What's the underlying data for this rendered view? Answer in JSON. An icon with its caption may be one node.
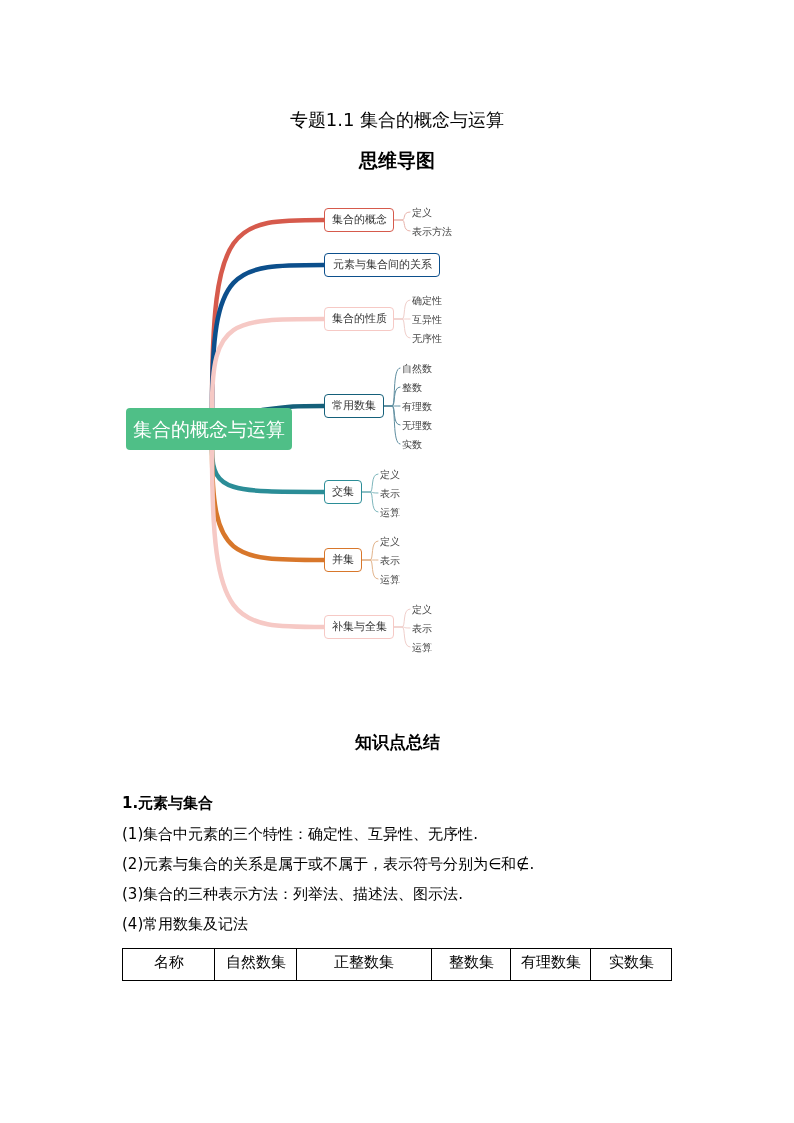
{
  "diagram": {
    "title": "专题1.1 集合的概念与运算",
    "nodes": [
      {
        "text": [
          "集合的概念与运算"
        ]
      },
      {
        "text": [
          "集合的概念"
        ]
      },
      {
        "text": [
          "定义"
        ]
      },
      {
        "text": [
          "表示方法"
        ]
      },
      {
        "text": [
          "元素与集合间的关系"
        ]
      },
      {
        "text": [
          "集合的性质"
        ]
      },
      {
        "text": [
          "确定性"
        ]
      },
      {
        "text": [
          "互异性"
        ]
      },
      {
        "text": [
          "无序性"
        ]
      },
      {
        "text": [
          "常用数集"
        ]
      },
      {
        "text": [
          "自然数"
        ]
      },
      {
        "text": [
          "整数"
        ]
      },
      {
        "text": [
          "有理数"
        ]
      },
      {
        "text": [
          "无理数"
        ]
      },
      {
        "text": [
          "实数"
        ]
      },
      {
        "text": [
          "交集"
        ]
      },
      {
        "text": [
          "定义"
        ]
      },
      {
        "text": [
          "表示"
        ]
      },
      {
        "text": [
          "运算"
        ]
      },
      {
        "text": [
          "并集"
        ]
      },
      {
        "text": [
          "定义"
        ]
      },
      {
        "text": [
          "表示"
        ]
      },
      {
        "text": [
          "运算"
        ]
      },
      {
        "text": [
          "补集与全集"
        ]
      },
      {
        "text": [
          "定义"
        ]
      },
      {
        "text": [
          "表示"
        ]
      },
      {
        "text": [
          "运算"
        ]
      }
    ],
    "edges": [
      {
        "from": 0,
        "to": 1,
        "arrow": "none",
        "style": "thick",
        "color": "#d65a4c"
      },
      {
        "from": 1,
        "to": 2,
        "arrow": "none",
        "color": "#e8b3ab"
      },
      {
        "from": 1,
        "to": 3,
        "arrow": "none",
        "color": "#e8b3ab"
      },
      {
        "from": 0,
        "to": 4,
        "arrow": "none",
        "style": "thick",
        "color": "#0c4f8c"
      },
      {
        "from": 0,
        "to": 5,
        "arrow": "none",
        "style": "thick",
        "color": "#f6c9c5"
      },
      {
        "from": 5,
        "to": 6,
        "arrow": "none",
        "color": "#f0cfcb"
      },
      {
        "from": 5,
        "to": 7,
        "arrow": "none",
        "color": "#f0cfcb"
      },
      {
        "from": 5,
        "to": 8,
        "arrow": "none",
        "color": "#f0cfcb"
      },
      {
        "from": 0,
        "to": 9,
        "arrow": "none",
        "style": "thick",
        "color": "#15607a"
      },
      {
        "from": 9,
        "to": 10,
        "arrow": "none",
        "color": "#5f8ea0"
      },
      {
        "from": 9,
        "to": 11,
        "arrow": "none",
        "color": "#5f8ea0"
      },
      {
        "from": 9,
        "to": 12,
        "arrow": "none",
        "color": "#5f8ea0"
      },
      {
        "from": 9,
        "to": 13,
        "arrow": "none",
        "color": "#5f8ea0"
      },
      {
        "from": 9,
        "to": 14,
        "arrow": "none",
        "color": "#5f8ea0"
      },
      {
        "from": 0,
        "to": 15,
        "arrow": "none",
        "style": "thick",
        "color": "#2b8d97"
      },
      {
        "from": 15,
        "to": 16,
        "arrow": "none",
        "color": "#7fb7bd"
      },
      {
        "from": 15,
        "to": 17,
        "arrow": "none",
        "color": "#7fb7bd"
      },
      {
        "from": 15,
        "to": 18,
        "arrow": "none",
        "color": "#7fb7bd"
      },
      {
        "from": 0,
        "to": 19,
        "arrow": "none",
        "style": "thick",
        "color": "#d8772b"
      },
      {
        "from": 19,
        "to": 20,
        "arrow": "none",
        "color": "#e2b48c"
      },
      {
        "from": 19,
        "to": 21,
        "arrow": "none",
        "color": "#e2b48c"
      },
      {
        "from": 19,
        "to": 22,
        "arrow": "none",
        "color": "#e2b48c"
      },
      {
        "from": 0,
        "to": 23,
        "arrow": "none",
        "style": "thick",
        "color": "#f6c9c5"
      },
      {
        "from": 23,
        "to": 24,
        "arrow": "none",
        "color": "#f0cfcb"
      },
      {
        "from": 23,
        "to": 25,
        "arrow": "none",
        "color": "#f0cfcb"
      },
      {
        "from": 23,
        "to": 26,
        "arrow": "none",
        "color": "#f0cfcb"
      }
    ],
    "labels": [
      "思维导图",
      "知识点总结",
      "1.元素与集合",
      "(1)集合中元素的三个特性：确定性、互异性、无序性.",
      "(2)元素与集合的关系是属于或不属于，表示符号分别为∈和∉.",
      "(3)集合的三种表示方法：列举法、描述法、图示法.",
      "(4)常用数集及记法",
      "名称",
      "自然数集",
      "正整数集",
      "整数集",
      "有理数集",
      "实数集"
    ]
  }
}
